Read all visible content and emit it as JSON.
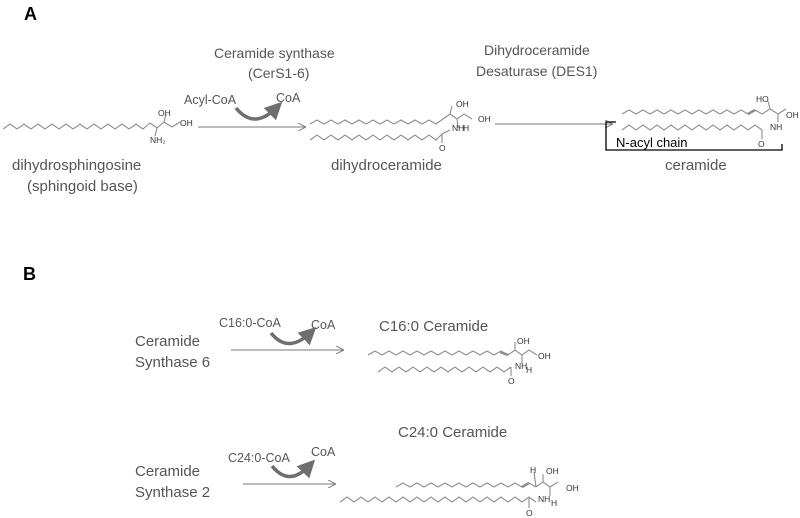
{
  "panelA": {
    "label": "A",
    "enzyme1": [
      "Ceramide synthase",
      "(CerS1-6)"
    ],
    "acyl_coa": "Acyl-CoA",
    "coa": "CoA",
    "enzyme2": [
      "Dihydroceramide",
      "Desaturase (DES1)"
    ],
    "substrate": [
      "dihydrosphingosine",
      "(sphingoid base)"
    ],
    "product1": "dihydroceramide",
    "product2": "ceramide",
    "n_acyl": "N-acyl chain"
  },
  "panelB": {
    "label": "B",
    "reaction1": {
      "enzyme": [
        "Ceramide",
        "Synthase 6"
      ],
      "acyl_coa": "C16:0-CoA",
      "coa": "CoA",
      "product": "C16:0 Ceramide"
    },
    "reaction2": {
      "enzyme": [
        "Ceramide",
        "Synthase 2"
      ],
      "acyl_coa": "C24:0-CoA",
      "coa": "CoA",
      "product": "C24:0 Ceramide"
    }
  },
  "atoms": {
    "oh": "OH",
    "nh2": "NH₂",
    "h": "H",
    "nh": "NH",
    "o": "O",
    "ho": "HO"
  }
}
